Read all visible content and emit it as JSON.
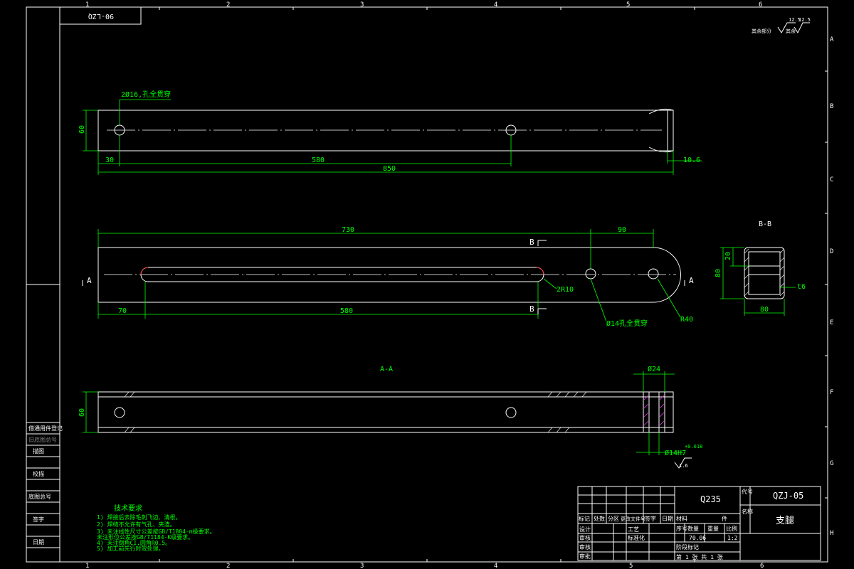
{
  "colors": {
    "background": "#000000",
    "border": "#ffffff",
    "geometry": "#ffffff",
    "dimension": "#00ff00",
    "label": "#ffffff",
    "accent": "#ff3333",
    "magenta": "#ff33ff"
  },
  "frame": {
    "top_columns": [
      "1",
      "2",
      "3",
      "4",
      "5",
      "6"
    ],
    "bottom_columns": [
      "1",
      "2",
      "3",
      "4",
      "5",
      "6"
    ],
    "right_rows": [
      "A",
      "B",
      "C",
      "D",
      "E",
      "F",
      "G",
      "H"
    ],
    "corner_tag": "90-LZQ"
  },
  "roughness": {
    "left_value": "12.5",
    "left_label": "其余部分",
    "right_value": "12.5",
    "right_label": "其余"
  },
  "views": {
    "top": {
      "hole_note": "2Ø16,孔全贯穿",
      "dim_height": "60",
      "dim_left": "30",
      "dim_middle": "580",
      "dim_total": "850",
      "dim_right": "10.6"
    },
    "middle": {
      "dim_top_long": "730",
      "dim_top_short": "90",
      "section_mark_top": "B",
      "section_mark_bottom": "B",
      "view_mark_left": "A",
      "view_mark_right": "A",
      "dim_bottom_left": "70",
      "dim_bottom_slot": "580",
      "slot_radius": "2R10",
      "hole_note": "Ø14孔全贯穿",
      "end_radius": "R40"
    },
    "section_bb": {
      "title": "B-B",
      "dim_height": "80",
      "dim_inner": "20",
      "dim_width": "80",
      "dim_thickness": "t6"
    },
    "section_aa": {
      "title": "A-A",
      "dim_height": "60",
      "dim_diameter": "Ø24",
      "dim_bore": "Ø14H7",
      "dim_tolerance": "+0.018",
      "dim_roughness": "1.6"
    }
  },
  "technical": {
    "title": "技术要求",
    "lines": [
      "1) 焊接后去除毛刺飞边、清根。",
      "2) 焊缝不允许有气孔、夹渣。",
      "3) 未注线性尺寸公差按GB/T1804-m级要求。",
      "   未注形位公差按GB/T1184-K级要求。",
      "4) 未注倒角C1,圆角R0.5。",
      "5) 加工前先行时效处理。"
    ]
  },
  "side_strip": {
    "labels": [
      "借通用件登记",
      "旧底图总号",
      "描图",
      "校描",
      "底图总号",
      "签字",
      "日期"
    ]
  },
  "title_block": {
    "material": "Q235",
    "code_label": "代号",
    "drawing_code": "QZJ-05",
    "name_label": "名称",
    "part_name": "支腿",
    "change_headers": [
      "标记",
      "处数",
      "分区",
      "更改文件号",
      "签字",
      "日期"
    ],
    "role_labels": [
      "设计",
      "审核",
      "审核",
      "审批"
    ],
    "role_labels_mid": [
      "工艺",
      "标准化"
    ],
    "material_header": "材料",
    "part_header": "件",
    "info_headers": [
      "序号",
      "数量",
      "重量",
      "比例"
    ],
    "scale": "1:2",
    "version": "70.06",
    "stage_label": "阶段标记",
    "sheet_label": "第 1 张  共 1 张"
  }
}
